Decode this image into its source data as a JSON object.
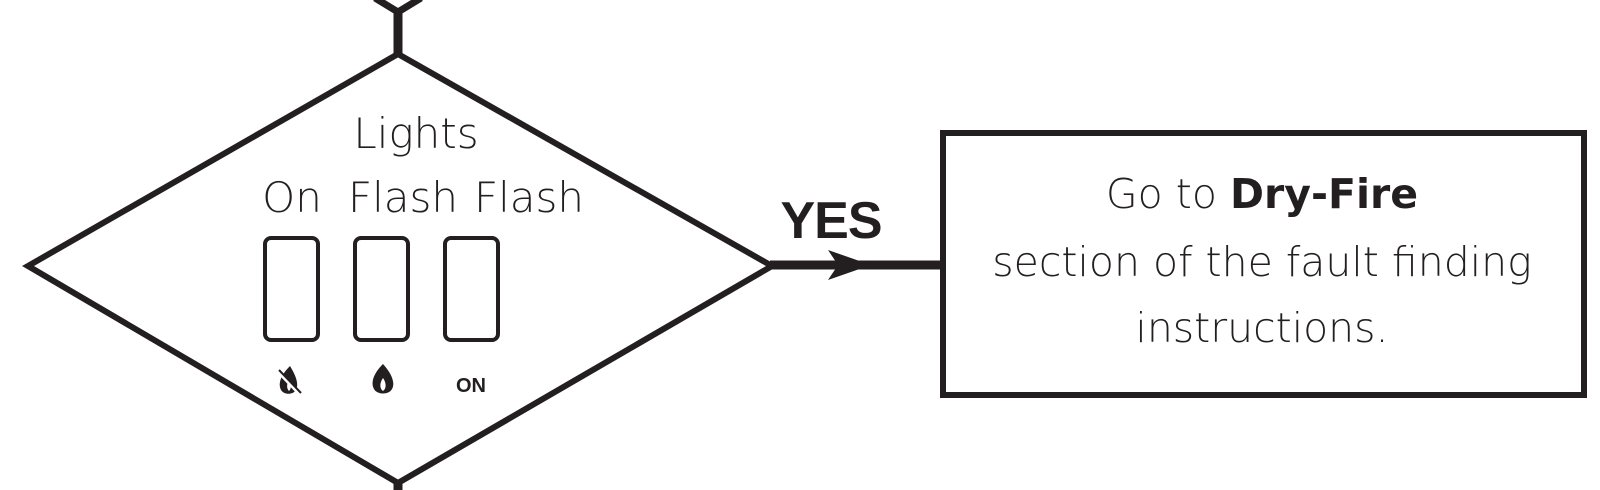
{
  "decision": {
    "title": "Lights",
    "columns": [
      {
        "heading": "On",
        "icon": "flame-off-icon"
      },
      {
        "heading": "Flash",
        "icon": "flame-icon"
      },
      {
        "heading": "Flash",
        "icon_text": "ON"
      }
    ]
  },
  "connector": {
    "label": "YES"
  },
  "action": {
    "line1_prefix": "Go to ",
    "line1_bold": "Dry-Fire",
    "line2": "section of the fault finding",
    "line3": "instructions."
  },
  "colors": {
    "ink": "#231f20",
    "background": "#ffffff"
  }
}
